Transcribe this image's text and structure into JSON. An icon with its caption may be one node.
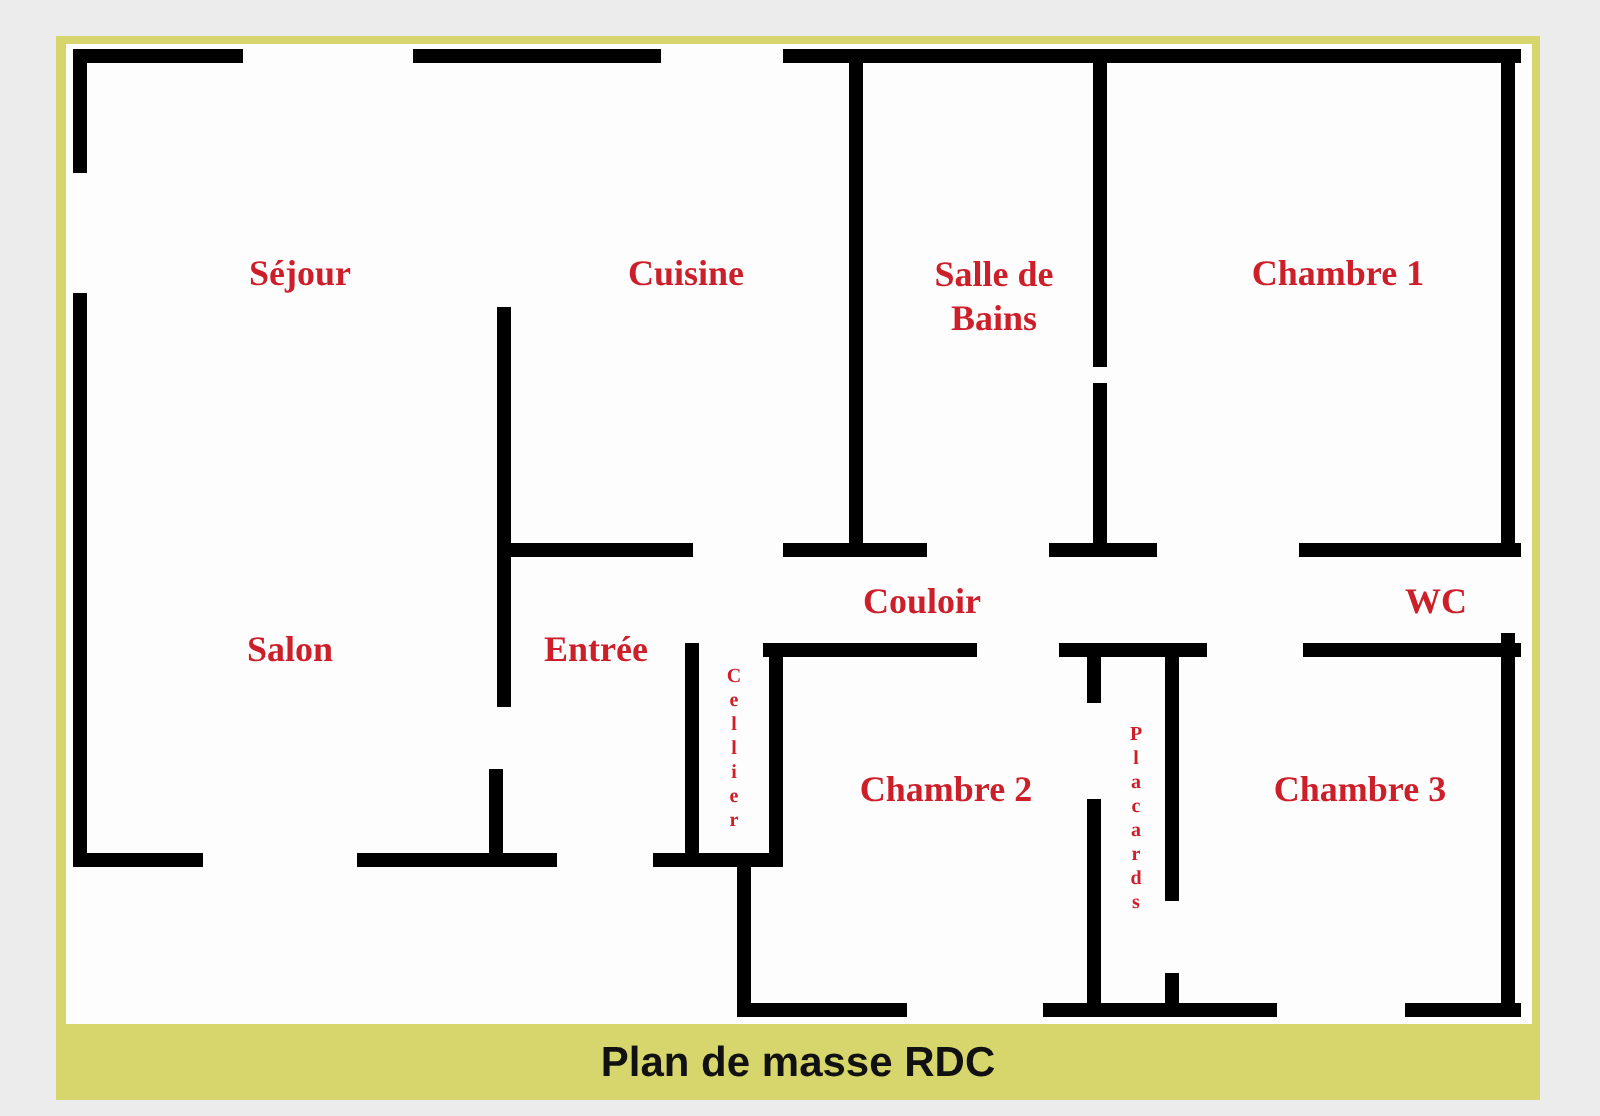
{
  "diagram": {
    "caption": "Plan de masse RDC",
    "labels": [
      "Séjour",
      "Cuisine",
      "Salle de Bains",
      "Chambre 1",
      "Couloir",
      "WC",
      "Salon",
      "Entrée",
      "Cellier",
      "Chambre 2",
      "Placards",
      "Chambre 3"
    ]
  }
}
